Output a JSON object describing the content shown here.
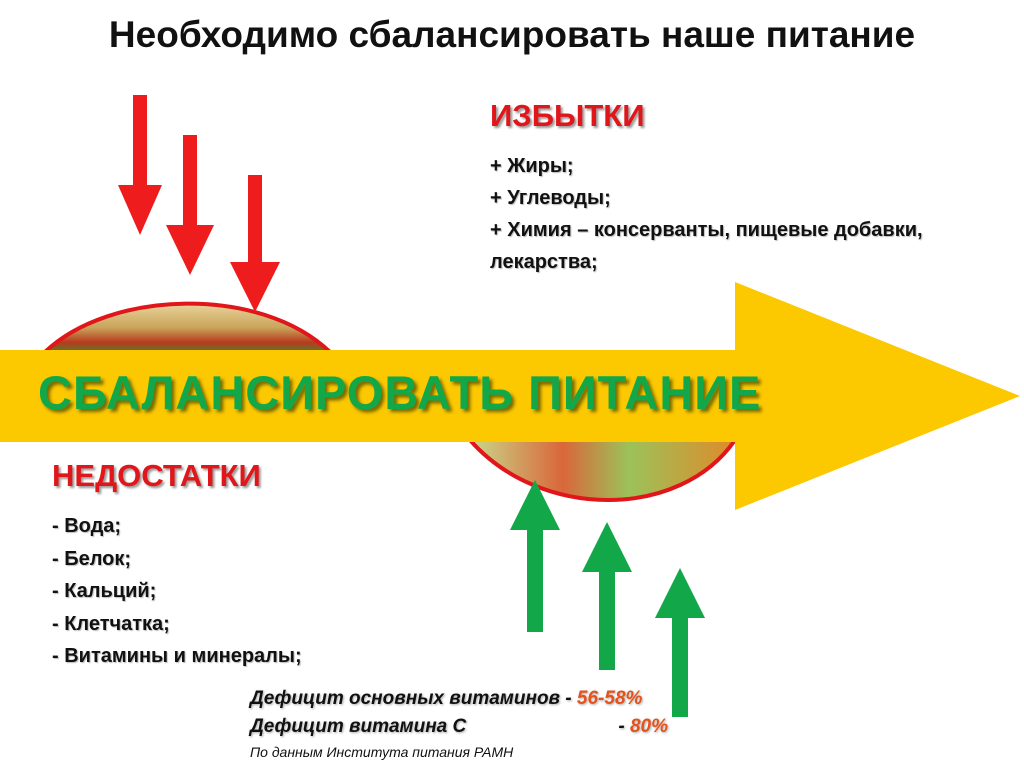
{
  "title": "Необходимо сбалансировать наше питание",
  "excess": {
    "heading": "ИЗБЫТКИ",
    "items": [
      "+  Жиры;",
      "+  Углеводы;",
      "+  Химия – консерванты, пищевые добавки,",
      "лекарства;"
    ]
  },
  "banner": "СБАЛАНСИРОВАТЬ  ПИТАНИЕ",
  "deficits": {
    "heading": "НЕДОСТАТКИ",
    "items": [
      "-  Вода;",
      "-  Белок;",
      "-  Кальций;",
      "-  Клетчатка;",
      "-  Витамины и минералы;"
    ]
  },
  "notes": {
    "line1_label": "Дефицит основных витаминов - ",
    "line1_value": "56-58%",
    "line2_label": "Дефицит витамина С",
    "line2_dash": "- ",
    "line2_value": "80%",
    "source": "По данным Института питания РАМН"
  },
  "colors": {
    "yellow": "#fcc800",
    "red": "#ee1c1c",
    "green": "#12a84a"
  }
}
